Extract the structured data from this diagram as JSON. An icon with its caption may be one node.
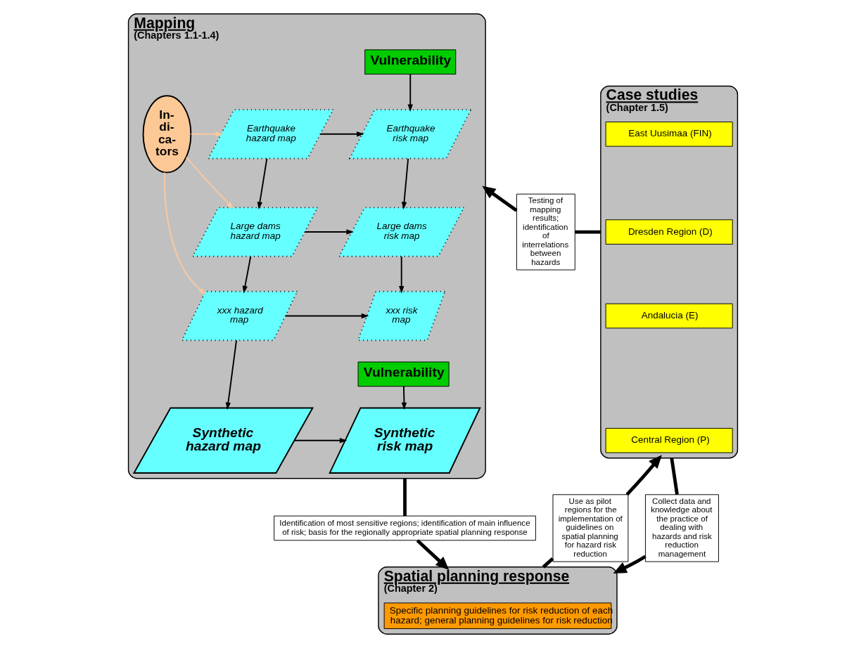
{
  "diagram": {
    "nodes": [
      {
        "text": [
          "Mapping",
          "(Chapters 1.1-1.4)"
        ]
      },
      {
        "text": [
          "Vulnerability"
        ],
        "in": 0
      },
      {
        "text": [
          "In- di- ca- tors"
        ],
        "in": 0
      },
      {
        "text": [
          "Earthquake hazard map"
        ],
        "in": 0
      },
      {
        "text": [
          "Earthquake risk map"
        ],
        "in": 0
      },
      {
        "text": [
          "Large dams hazard map"
        ],
        "in": 0
      },
      {
        "text": [
          "Large dams risk map"
        ],
        "in": 0
      },
      {
        "text": [
          "xxx hazard map"
        ],
        "in": 0
      },
      {
        "text": [
          "xxx risk map"
        ],
        "in": 0
      },
      {
        "text": [
          "Vulnerability"
        ],
        "in": 0
      },
      {
        "text": [
          "Synthetic hazard map"
        ],
        "in": 0
      },
      {
        "text": [
          "Synthetic risk map"
        ],
        "in": 0
      },
      {
        "text": [
          "Case studies",
          "(Chapter 1.5)"
        ]
      },
      {
        "text": [
          "East Uusimaa (FIN)"
        ],
        "in": 12
      },
      {
        "text": [
          "Dresden Region (D)"
        ],
        "in": 12
      },
      {
        "text": [
          "Andalucia (E)"
        ],
        "in": 12
      },
      {
        "text": [
          "Central Region (P)"
        ],
        "in": 12
      },
      {
        "text": [
          "Testing of mapping results; identification of interrelations between hazards"
        ]
      },
      {
        "text": [
          "Identification of most sensitive regions; identification of main influence of risk; basis for the regionally appropriate spatial planning response"
        ]
      },
      {
        "text": [
          "Use as pilot regions for the implementation of guidelines on spatial planning for hazard risk reduction"
        ]
      },
      {
        "text": [
          "Collect data and knowledge about the practice of dealing with hazards and risk reduction management"
        ]
      },
      {
        "text": [
          "Spatial planning response",
          "(Chapter 2)"
        ]
      },
      {
        "text": [
          "Specific planning guidelines for risk reduction of each hazard; general planning guidelines for risk reduction"
        ],
        "in": 21
      }
    ],
    "edges": [
      {
        "from": 2,
        "to": 3,
        "arrow": "to",
        "color": "#fbc99f"
      },
      {
        "from": 2,
        "to": 5,
        "arrow": "to",
        "color": "#fbc99f"
      },
      {
        "from": 2,
        "to": 7,
        "arrow": "to",
        "color": "#fbc99f"
      },
      {
        "from": 1,
        "to": 4,
        "arrow": "to"
      },
      {
        "from": 3,
        "to": 4,
        "arrow": "to"
      },
      {
        "from": 3,
        "to": 5,
        "arrow": "to"
      },
      {
        "from": 4,
        "to": 6,
        "arrow": "to"
      },
      {
        "from": 5,
        "to": 6,
        "arrow": "to"
      },
      {
        "from": 5,
        "to": 7,
        "arrow": "to"
      },
      {
        "from": 6,
        "to": 8,
        "arrow": "to"
      },
      {
        "from": 7,
        "to": 8,
        "arrow": "to"
      },
      {
        "from": 7,
        "to": 10,
        "arrow": "to"
      },
      {
        "from": 9,
        "to": 11,
        "arrow": "to"
      },
      {
        "from": 10,
        "to": 11,
        "arrow": "to"
      },
      {
        "from": 12,
        "to": 17,
        "arrow": "none",
        "style": "thick"
      },
      {
        "from": 17,
        "to": 0,
        "arrow": "to",
        "style": "thick"
      },
      {
        "from": 0,
        "to": 18,
        "arrow": "none",
        "style": "thick"
      },
      {
        "from": 18,
        "to": 21,
        "arrow": "to",
        "style": "thick"
      },
      {
        "from": 21,
        "to": 19,
        "arrow": "none",
        "style": "thick"
      },
      {
        "from": 19,
        "to": 12,
        "arrow": "to",
        "style": "thick"
      },
      {
        "from": 12,
        "to": 20,
        "arrow": "none",
        "style": "thick"
      },
      {
        "from": 20,
        "to": 21,
        "arrow": "to",
        "style": "thick"
      }
    ]
  }
}
